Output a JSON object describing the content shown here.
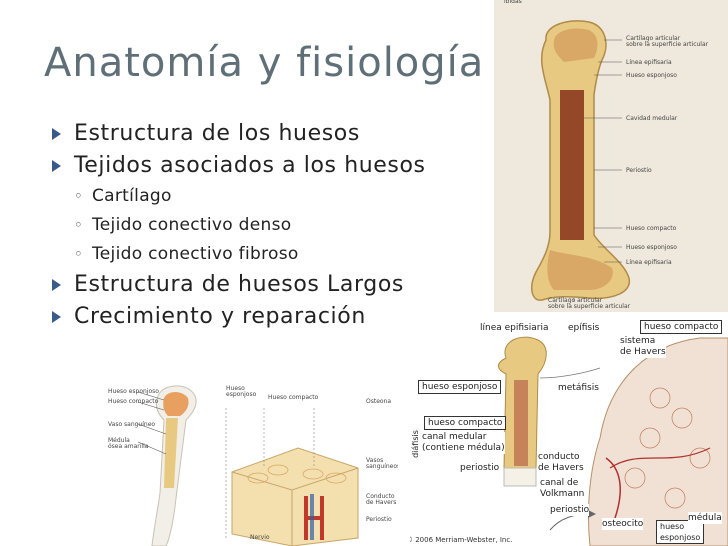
{
  "slide": {
    "title": "Anatomía y fisiología",
    "bullets": [
      {
        "level": 1,
        "text": "Estructura de los huesos"
      },
      {
        "level": 1,
        "text": "Tejidos asociados a los huesos"
      },
      {
        "level": 2,
        "text": "Cartílago"
      },
      {
        "level": 2,
        "text": "Tejido conectivo denso"
      },
      {
        "level": 2,
        "text": "Tejido conectivo fibroso"
      },
      {
        "level": 1,
        "text": "Estructura de huesos Largos"
      },
      {
        "level": 1,
        "text": "Crecimiento y reparación"
      }
    ]
  },
  "fig_femur": {
    "top_text": "ibidas",
    "labels": {
      "cartilago": "Cartílago articular\nsobre la superficie articular",
      "linea_epifisaria": "Línea epifisaria",
      "hueso_esponjoso": "Hueso esponjoso",
      "cavidad_medular": "Cavidad medular",
      "periostio": "Periostio",
      "hueso_compacto": "Hueso compacto",
      "hueso_esponjoso_2": "Hueso esponjoso",
      "linea_epifisaria_2": "Línea epifisaria",
      "cartilago_bottom": "Cartílago articular\nsobre la superficie articular"
    }
  },
  "fig_small": {
    "labels": {
      "hueso_esponjoso": "Hueso esponjoso",
      "hueso_compacto": "Hueso compacto",
      "vaso_sanguineo": "Vaso sanguíneo",
      "medula": "Médula\nósea amarilla"
    }
  },
  "fig_block": {
    "labels": {
      "hueso_esponjoso": "Hueso\nesponjoso",
      "hueso_compacto": "Hueso compacto",
      "osteona": "Osteona",
      "vasos": "Vasos\nsanguíneos",
      "conducto": "Conducto\nde Havers",
      "periostio": "Periostio",
      "nervio": "Nervio"
    }
  },
  "fig_section": {
    "labels": {
      "linea_epifisiaria": "línea epifisiaria",
      "epifisis": "epífisis",
      "hueso_compacto_top": "hueso compacto",
      "sistema_havers": "sistema\nde Havers",
      "hueso_esponjoso": "hueso esponjoso",
      "metafisis": "metáfisis",
      "hueso_compacto": "hueso compacto",
      "canal_medular": "canal medular\n(contiene médula)",
      "diafisis": "diáfisis",
      "periostio": "periostio",
      "conducto_havers": "conducto\nde Havers",
      "canal_volkmann": "canal de\nVolkmann",
      "periostio2": "periostio",
      "osteocito": "osteocito",
      "hueso_esponjoso2": "hueso\nesponjoso",
      "medula": "médula",
      "copyright": "© 2006 Merriam-Webster, Inc."
    }
  },
  "colors": {
    "title": "#5f6f78",
    "bullet_arrow": "#3a5a8a",
    "bone": "#e8c982",
    "marrow": "#8b3a1e",
    "panel": "#efe8dc"
  }
}
